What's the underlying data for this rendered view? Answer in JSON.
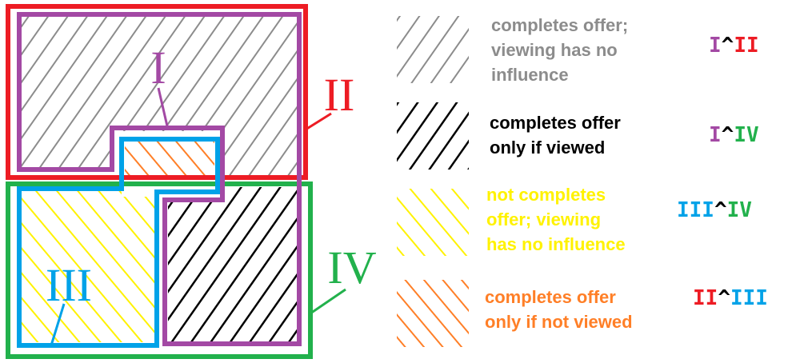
{
  "colors": {
    "I": "#a349a4",
    "II": "#ed1c24",
    "III": "#00a2e8",
    "IV": "#22b14c",
    "gray": "#8c8c8c",
    "black": "#000000",
    "yellow": "#fff200",
    "orange": "#ff7f27"
  },
  "labels": {
    "region_I": "I",
    "region_II": "II",
    "region_III": "III",
    "region_IV": "IV"
  },
  "legend": [
    {
      "text": "completes offer;\nviewing has no\ninfluence",
      "color": "#8c8c8c",
      "combo": [
        {
          "t": "I",
          "c": "#a349a4"
        },
        {
          "t": "^",
          "c": "#000000"
        },
        {
          "t": "II",
          "c": "#ed1c24"
        }
      ]
    },
    {
      "text": "completes offer\nonly if viewed",
      "color": "#000000",
      "combo": [
        {
          "t": "I",
          "c": "#a349a4"
        },
        {
          "t": "^",
          "c": "#000000"
        },
        {
          "t": "IV",
          "c": "#22b14c"
        }
      ]
    },
    {
      "text": "not completes\noffer; viewing\nhas no influence",
      "color": "#fff200",
      "combo": [
        {
          "t": "III",
          "c": "#00a2e8"
        },
        {
          "t": "^",
          "c": "#000000"
        },
        {
          "t": "IV",
          "c": "#22b14c"
        }
      ]
    },
    {
      "text": "completes offer\nonly if not viewed",
      "color": "#ff7f27",
      "combo": [
        {
          "t": "II",
          "c": "#ed1c24"
        },
        {
          "t": "^",
          "c": "#000000"
        },
        {
          "t": "III",
          "c": "#00a2e8"
        }
      ]
    }
  ]
}
